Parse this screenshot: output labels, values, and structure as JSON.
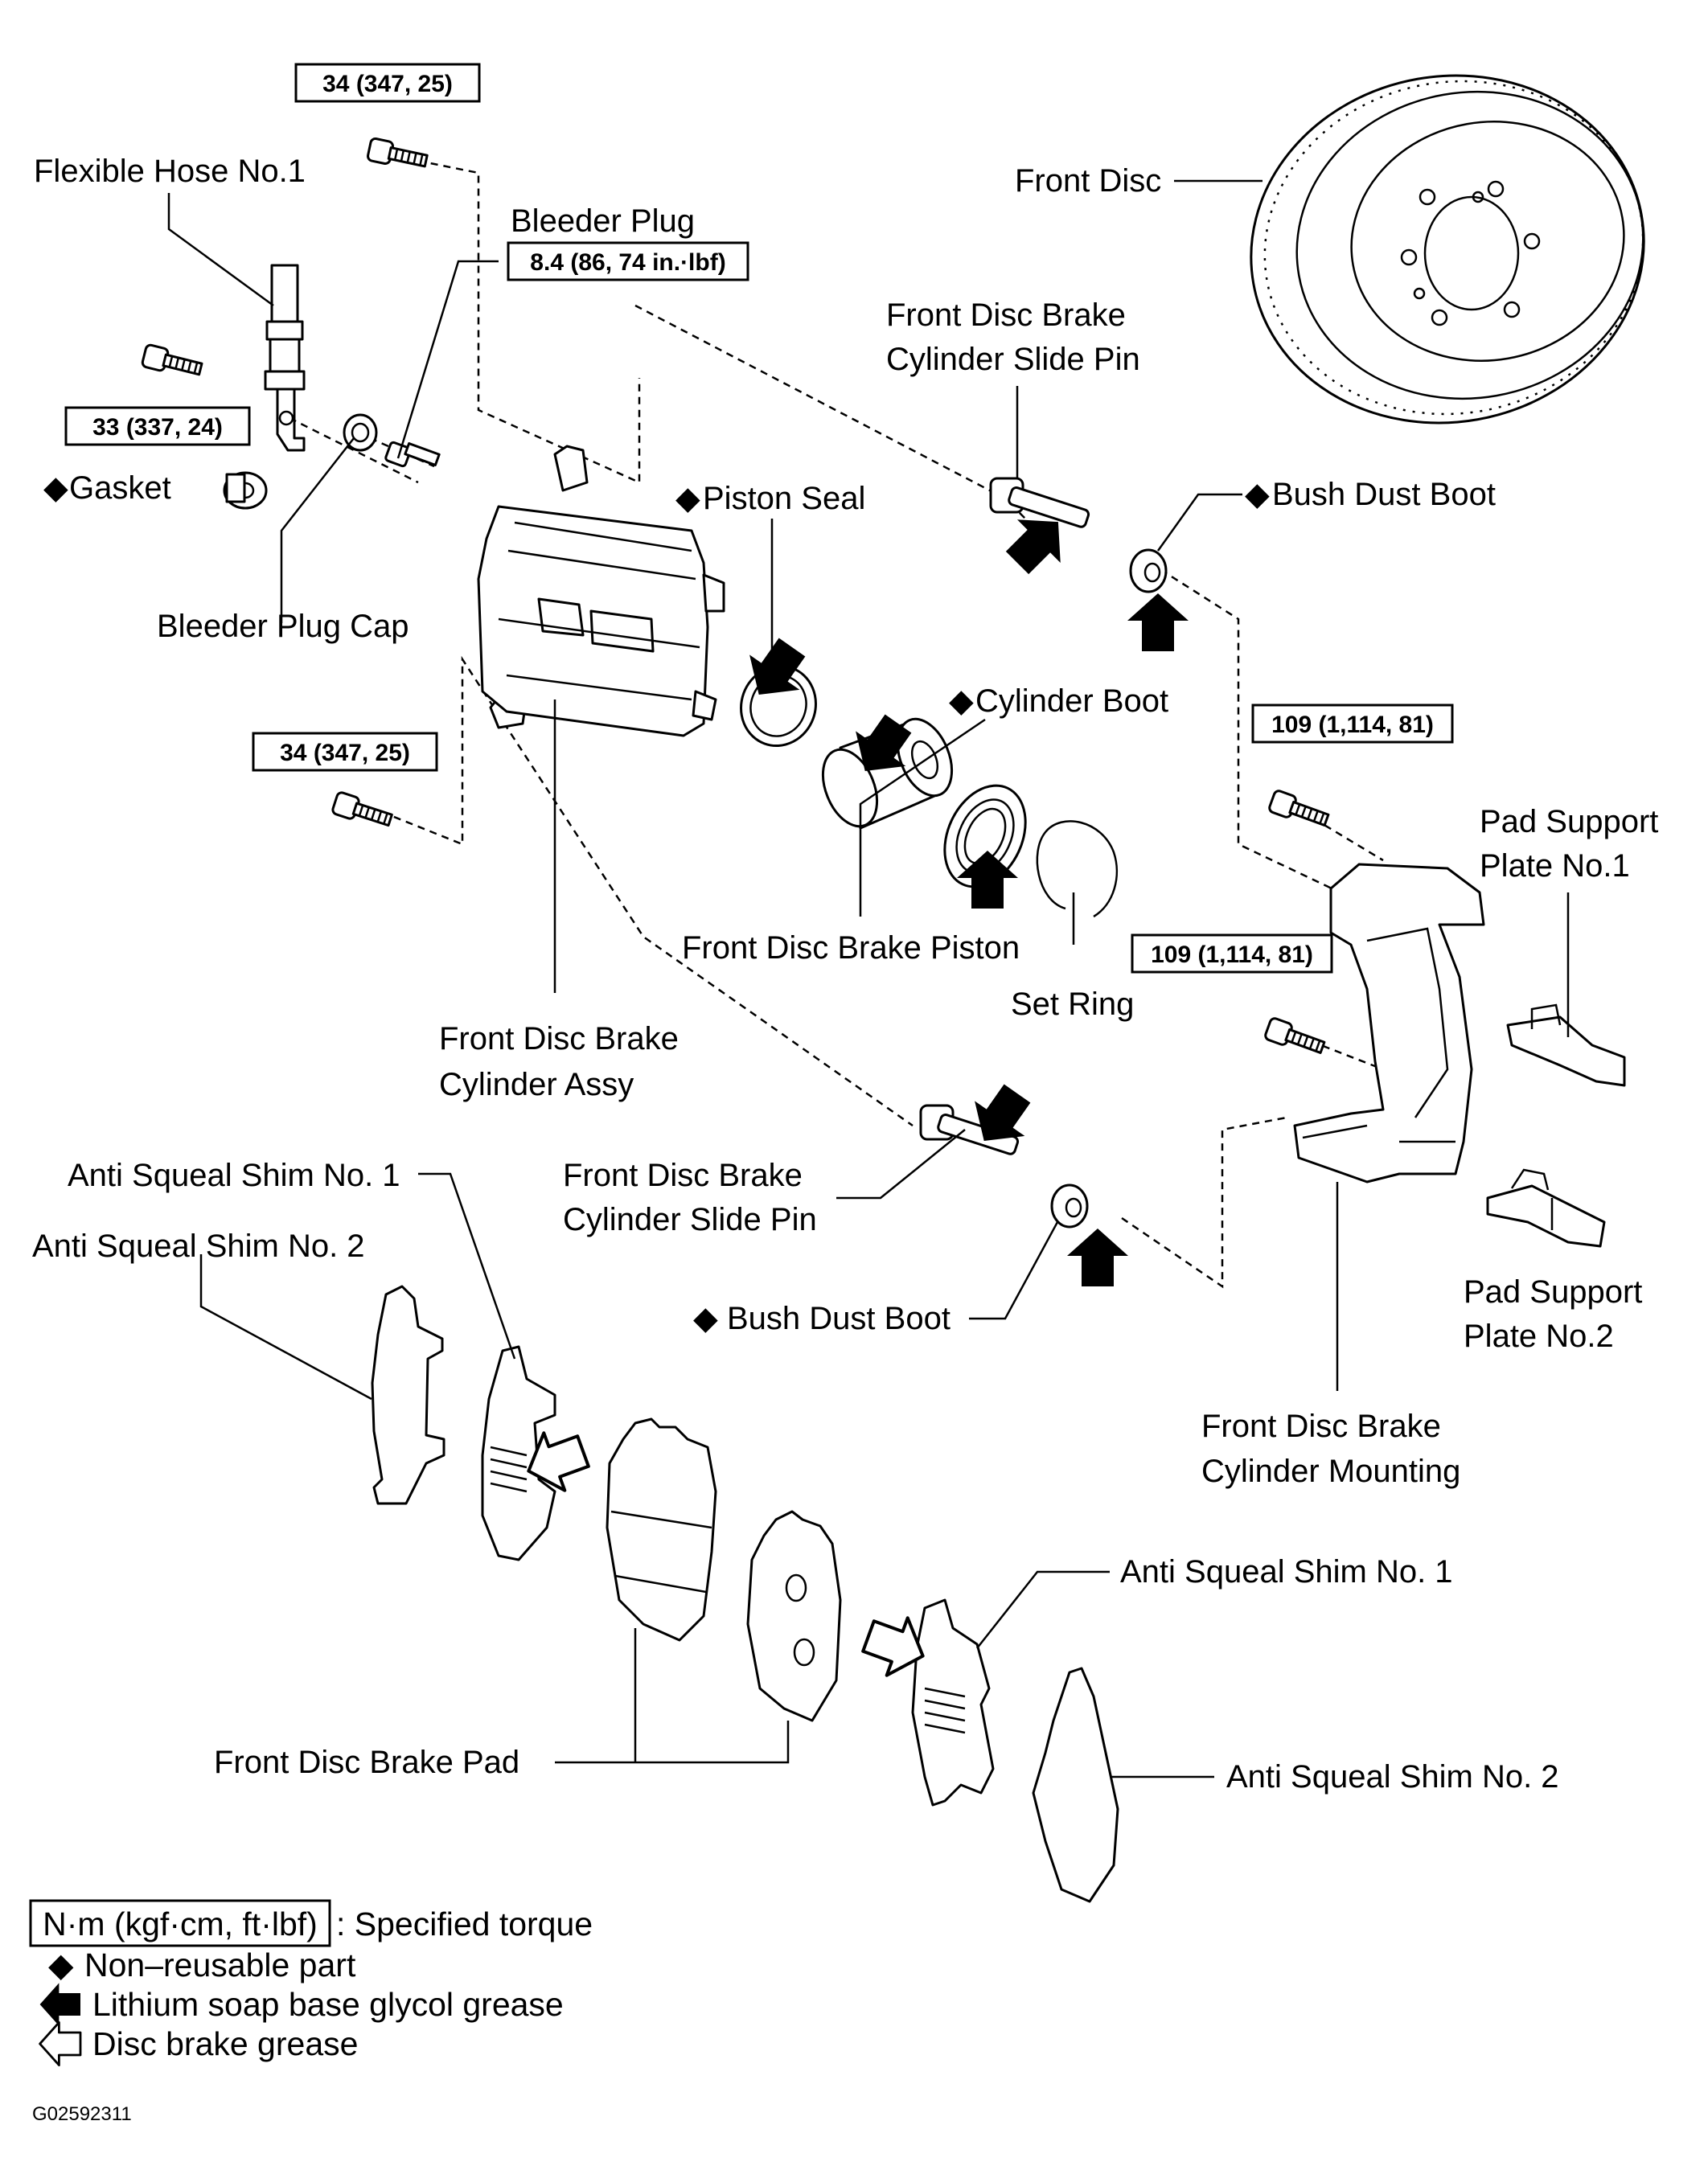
{
  "labels": {
    "flexible_hose": "Flexible Hose No.1",
    "bleeder_plug": "Bleeder Plug",
    "gasket": "Gasket",
    "bleeder_plug_cap": "Bleeder Plug Cap",
    "front_disc": "Front Disc",
    "slide_pin_upper_1": "Front Disc Brake",
    "slide_pin_upper_2": "Cylinder Slide Pin",
    "piston_seal": "Piston Seal",
    "bush_dust_boot_upper": "Bush Dust Boot",
    "cylinder_boot": "Cylinder Boot",
    "pad_support_1_a": "Pad Support",
    "pad_support_1_b": "Plate No.1",
    "front_disc_brake_piston": "Front Disc Brake Piston",
    "set_ring": "Set Ring",
    "cylinder_assy_1": "Front Disc Brake",
    "cylinder_assy_2": "Cylinder Assy",
    "anti_squeal_1_left": "Anti Squeal Shim No. 1",
    "anti_squeal_2_left": "Anti Squeal Shim No. 2",
    "slide_pin_lower_1": "Front Disc Brake",
    "slide_pin_lower_2": "Cylinder Slide Pin",
    "bush_dust_boot_lower": "Bush Dust Boot",
    "pad_support_2_a": "Pad Support",
    "pad_support_2_b": "Plate No.2",
    "mounting_1": "Front Disc Brake",
    "mounting_2": "Cylinder Mounting",
    "anti_squeal_1_right": "Anti Squeal Shim No. 1",
    "front_disc_brake_pad": "Front Disc Brake Pad",
    "anti_squeal_2_right": "Anti Squeal Shim No. 2"
  },
  "torques": {
    "top_bolt": "34 (347, 25)",
    "bleeder": "8.4 (86, 74 in.·lbf)",
    "hose_bolt": "33 (337, 24)",
    "lower_bolt": "34 (347, 25)",
    "mount_upper": "109 (1,114, 81)",
    "mount_lower": "109 (1,114, 81)"
  },
  "symbols": {
    "non_reusable": "◆"
  },
  "legend": {
    "torque_unit": "N·m (kgf·cm, ft·lbf)",
    "torque_desc": ": Specified torque",
    "non_reusable": "Non–reusable part",
    "lithium": "Lithium soap base glycol grease",
    "disc_grease": "Disc brake grease"
  },
  "figure_id": "G02592311"
}
